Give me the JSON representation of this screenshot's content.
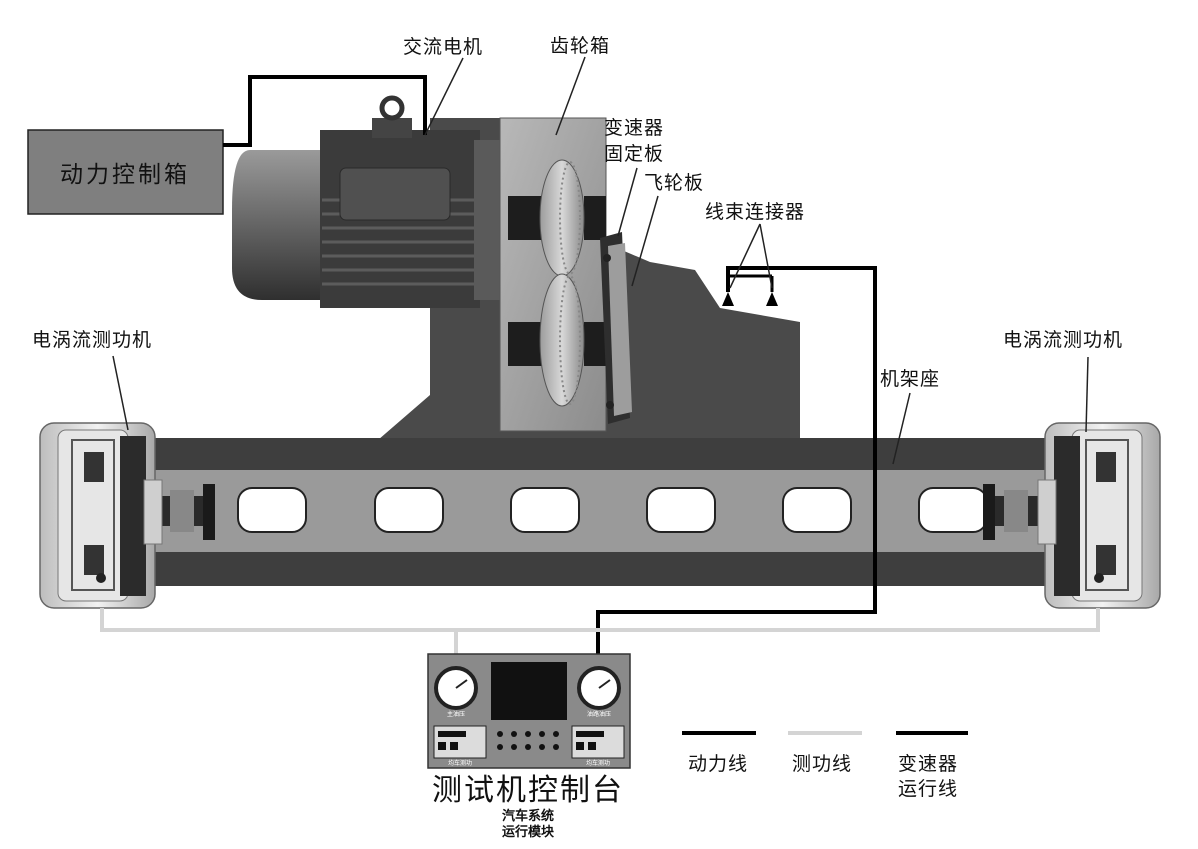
{
  "labels": {
    "power_box": "动力控制箱",
    "ac_motor": "交流电机",
    "gearbox": "齿轮箱",
    "mount_plate_l1": "变速器",
    "mount_plate_l2": "固定板",
    "flywheel_plate": "飞轮板",
    "harness_connector": "线束连接器",
    "dyno_left": "电涡流测功机",
    "dyno_right": "电涡流测功机",
    "frame_base": "机架座",
    "console_title": "测试机控制台",
    "console_sub_1": "汽车系统",
    "console_sub_2": "运行模块",
    "gauge_left": "主油压",
    "gauge_right": "油路油压",
    "panel_left": "均车测功",
    "panel_right": "均车测功"
  },
  "legend": {
    "power_line": "动力线",
    "dyno_line": "测功线",
    "trans_line_1": "变速器",
    "trans_line_2": "运行线"
  },
  "colors": {
    "power_line": "#000000",
    "dyno_line": "#d4d4d4",
    "trans_line": "#000000",
    "frame": "#3f3f3f",
    "box_fill": "#7f7f7f"
  }
}
